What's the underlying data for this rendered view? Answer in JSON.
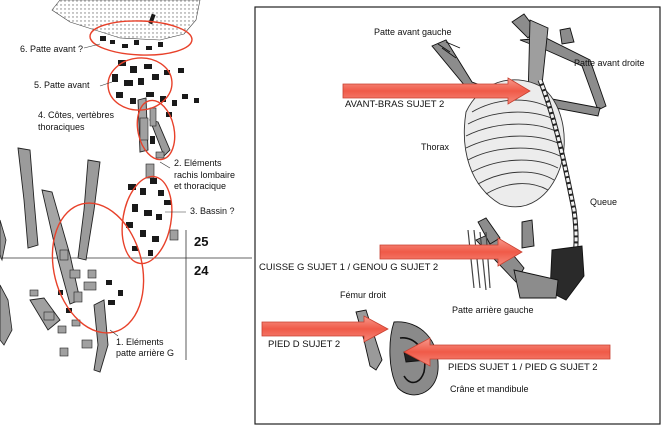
{
  "left_panel": {
    "labels": [
      {
        "id": "patte-avant-q",
        "text": "6. Patte avant ?"
      },
      {
        "id": "patte-avant",
        "text": "5. Patte avant"
      },
      {
        "id": "cotes-1",
        "text": "4. Côtes, vertèbres"
      },
      {
        "id": "cotes-2",
        "text": "thoraciques"
      },
      {
        "id": "rachis-1",
        "text": "2. Eléments"
      },
      {
        "id": "rachis-2",
        "text": "rachis lombaire"
      },
      {
        "id": "rachis-3",
        "text": "et thoracique"
      },
      {
        "id": "bassin",
        "text": "3. Bassin ?"
      },
      {
        "id": "elements-1",
        "text": "1. Eléments"
      },
      {
        "id": "elements-2",
        "text": "patte arrière G"
      }
    ],
    "grid_numbers": [
      "25",
      "24"
    ]
  },
  "right_panel": {
    "labels": {
      "patte_avant_gauche": "Patte avant gauche",
      "patte_avant_droite": "Patte avant droite",
      "thorax": "Thorax",
      "queue": "Queue",
      "femur_droit": "Fémur droit",
      "patte_arriere_gauche": "Patte arrière gauche",
      "crane": "Crâne et mandibule"
    },
    "arrows": {
      "avant_bras": "AVANT-BRAS SUJET 2",
      "cuisse": "CUISSE G SUJET 1 / GENOU G SUJET 2",
      "pied_d": "PIED D SUJET 2",
      "pieds": "PIEDS SUJET 1 / PIED G SUJET 2"
    }
  },
  "colors": {
    "ellipse": "#e8412a",
    "arrow_fill": "#f26a5a",
    "bone": "#8c8c8c",
    "bone_dark": "#1a1a1a"
  }
}
